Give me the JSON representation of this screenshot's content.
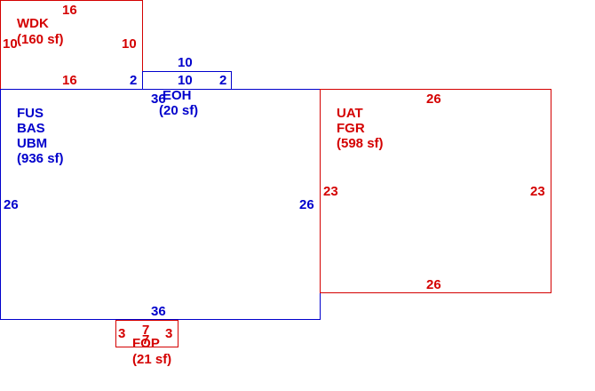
{
  "colors": {
    "red": "#d40000",
    "blue": "#0000cc"
  },
  "areas": [
    {
      "id": "wdk",
      "color": "red",
      "codes": [
        "WDK"
      ],
      "area": "(160 sf)",
      "dims": {
        "top": "16",
        "bottom": "16",
        "left": "10",
        "right": "10"
      }
    },
    {
      "id": "eoh",
      "color": "blue",
      "codes": [
        "EOH"
      ],
      "area": "(20 sf)",
      "dims": {
        "top": "10",
        "bottom": "10",
        "left": "2",
        "right": "2"
      }
    },
    {
      "id": "main",
      "color": "blue",
      "codes": [
        "FUS",
        "BAS",
        "UBM"
      ],
      "area": "(936 sf)",
      "dims": {
        "top": "36",
        "bottom": "36",
        "left": "26",
        "right": "26"
      }
    },
    {
      "id": "uat",
      "color": "red",
      "codes": [
        "UAT",
        "FGR"
      ],
      "area": "(598 sf)",
      "dims": {
        "top": "26",
        "bottom": "26",
        "left": "23",
        "right": "23"
      }
    },
    {
      "id": "fop",
      "color": "red",
      "codes": [
        "FOP"
      ],
      "area": "(21 sf)",
      "dims": {
        "top": "7",
        "bottom": "7",
        "left": "3",
        "right": "3"
      }
    }
  ]
}
